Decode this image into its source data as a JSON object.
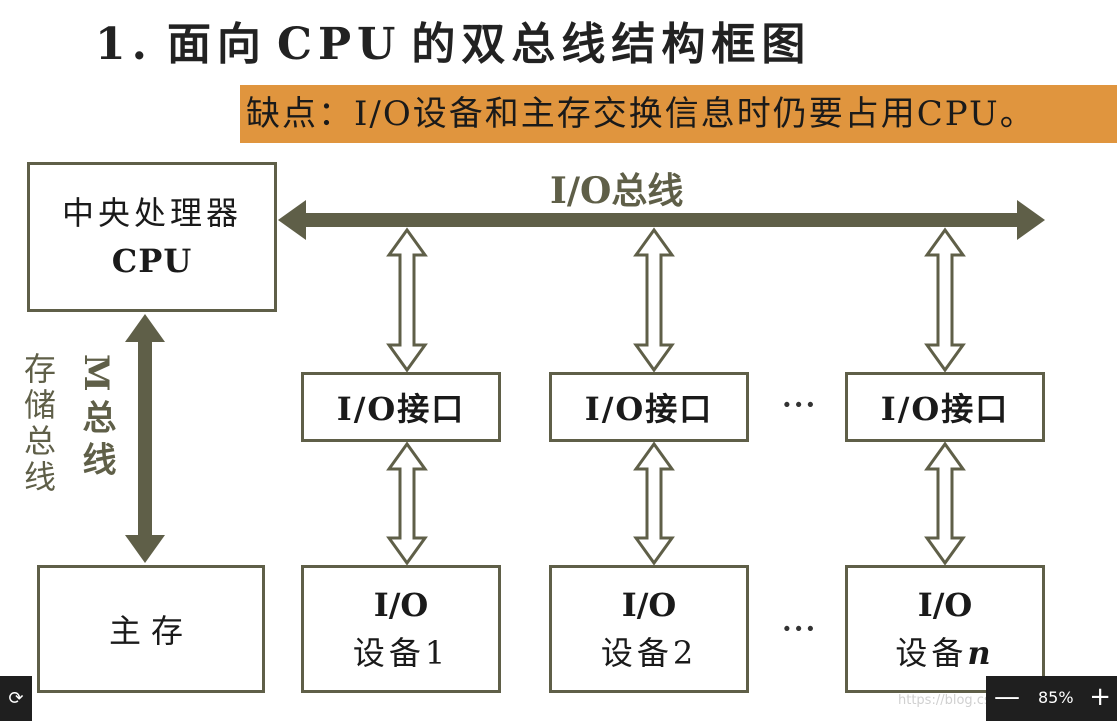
{
  "title": {
    "num": "1.",
    "pre": "面向",
    "cpu": "CPU",
    "post": "的双总线结构框图"
  },
  "banner": "缺点：I/O设备和主存交换信息时仍要占用CPU。",
  "cpu": {
    "line1": "中央处理器",
    "line2": "CPU"
  },
  "io_bus_label": "I/O总线",
  "memory_bus": {
    "label_left": "存储总线",
    "label_right": "M总线"
  },
  "main_memory": "主存",
  "interfaces": [
    "I/O接口",
    "I/O接口",
    "I/O接口"
  ],
  "devices": [
    {
      "line1": "I/O",
      "line2": "设备1"
    },
    {
      "line1": "I/O",
      "line2": "设备2"
    },
    {
      "line1": "I/O",
      "line2": "设备n"
    }
  ],
  "ellipsis": "···",
  "viewer": {
    "zoom": "85%",
    "minus": "—",
    "plus": "+",
    "rotate": "⟳"
  },
  "watermark": "https://blog.csdn.net/weixin_"
}
